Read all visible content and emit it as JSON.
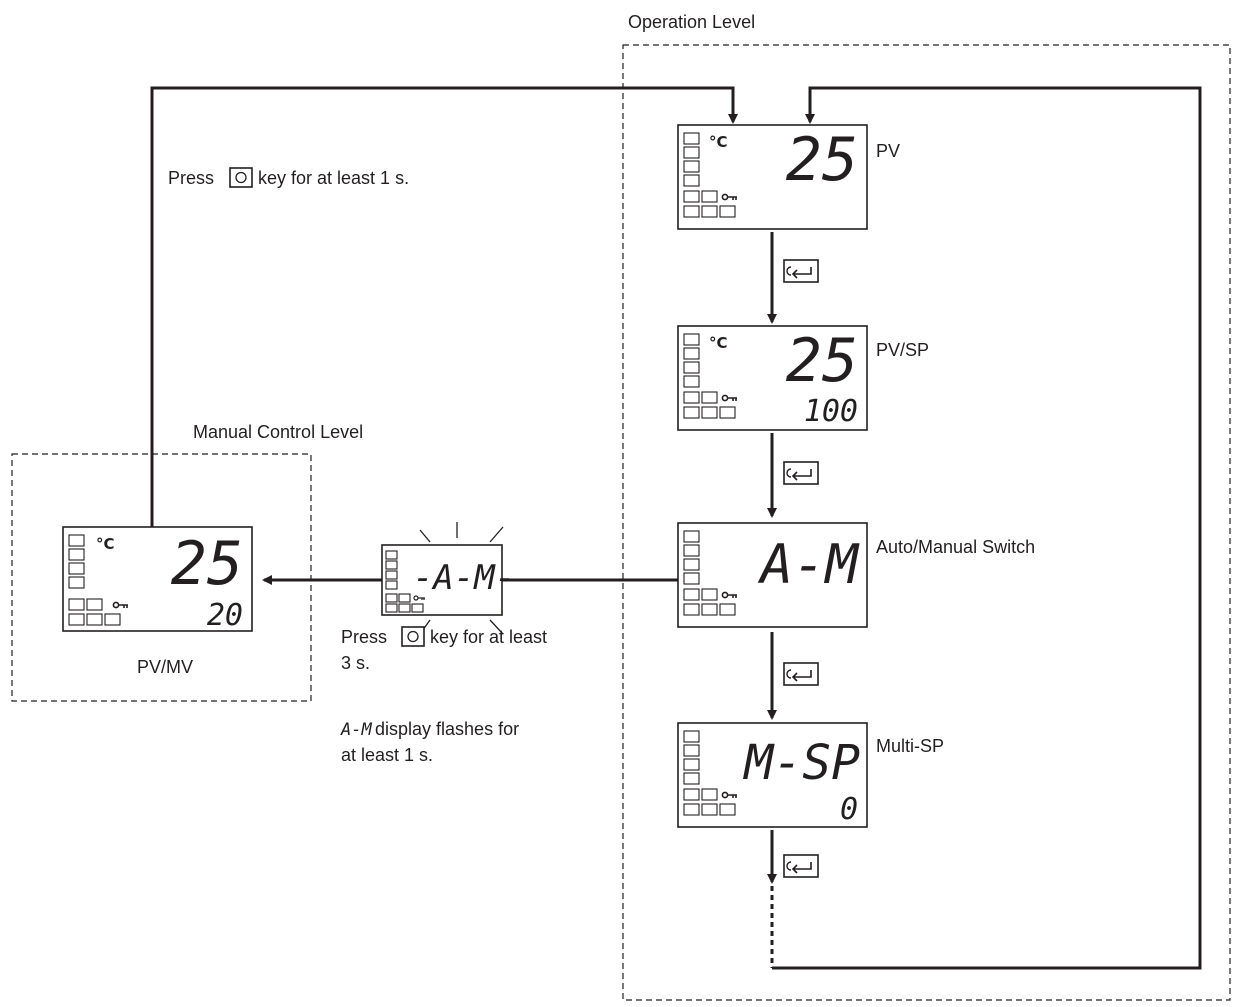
{
  "levels": {
    "operation": "Operation Level",
    "manual": "Manual Control Level"
  },
  "displays": {
    "pv": {
      "caption": "PV",
      "unit": "°C",
      "main": "25",
      "sub": ""
    },
    "pv_sp": {
      "caption": "PV/SP",
      "unit": "°C",
      "main": "25",
      "sub": "100"
    },
    "auto_manual": {
      "caption": "Auto/Manual Switch",
      "unit": "",
      "main": "A-M",
      "sub": ""
    },
    "multi_sp": {
      "caption": "Multi-SP",
      "unit": "",
      "main": "M-SP",
      "sub": "0"
    },
    "pv_mv": {
      "caption": "PV/MV",
      "unit": "°C",
      "main": "25",
      "sub": "20"
    },
    "flashing": {
      "main": "-A-M-"
    }
  },
  "notes": {
    "press_1s_prefix": "Press",
    "press_1s_suffix": "key for at least 1 s.",
    "press_3s_prefix": "Press",
    "press_3s_suffix": "key for at least",
    "press_3s_line2": "3 s.",
    "flash_code": "A-M",
    "flash_line1": "display flashes for",
    "flash_line2": "at least 1 s."
  },
  "icons": {
    "level_key": "level-key-icon",
    "mode_key": "mode-key-icon",
    "lock": "key-lock-icon"
  }
}
